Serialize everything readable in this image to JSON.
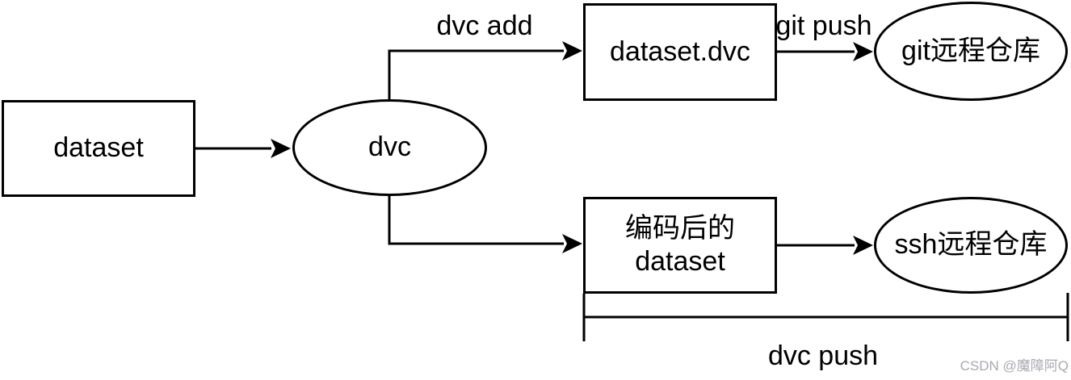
{
  "diagram": {
    "colors": {
      "background": "#ffffff",
      "stroke": "#000000",
      "watermark": "#a9a9b3"
    },
    "nodes": {
      "dataset": {
        "shape": "rectangle",
        "label": "dataset"
      },
      "dvc": {
        "shape": "ellipse",
        "label": "dvc"
      },
      "dataset_dvc": {
        "shape": "rectangle",
        "label": "dataset.dvc"
      },
      "git_remote": {
        "shape": "ellipse",
        "label": "git远程仓库"
      },
      "encoded_dataset": {
        "shape": "rectangle",
        "label": "编码后的\ndataset"
      },
      "ssh_remote": {
        "shape": "ellipse",
        "label": "ssh远程仓库"
      }
    },
    "edges": {
      "dvc_add": {
        "label": "dvc add"
      },
      "git_push": {
        "label": "git push"
      },
      "dvc_push": {
        "label": "dvc push"
      }
    },
    "watermark": {
      "text": "CSDN @魔障阿Q"
    }
  }
}
